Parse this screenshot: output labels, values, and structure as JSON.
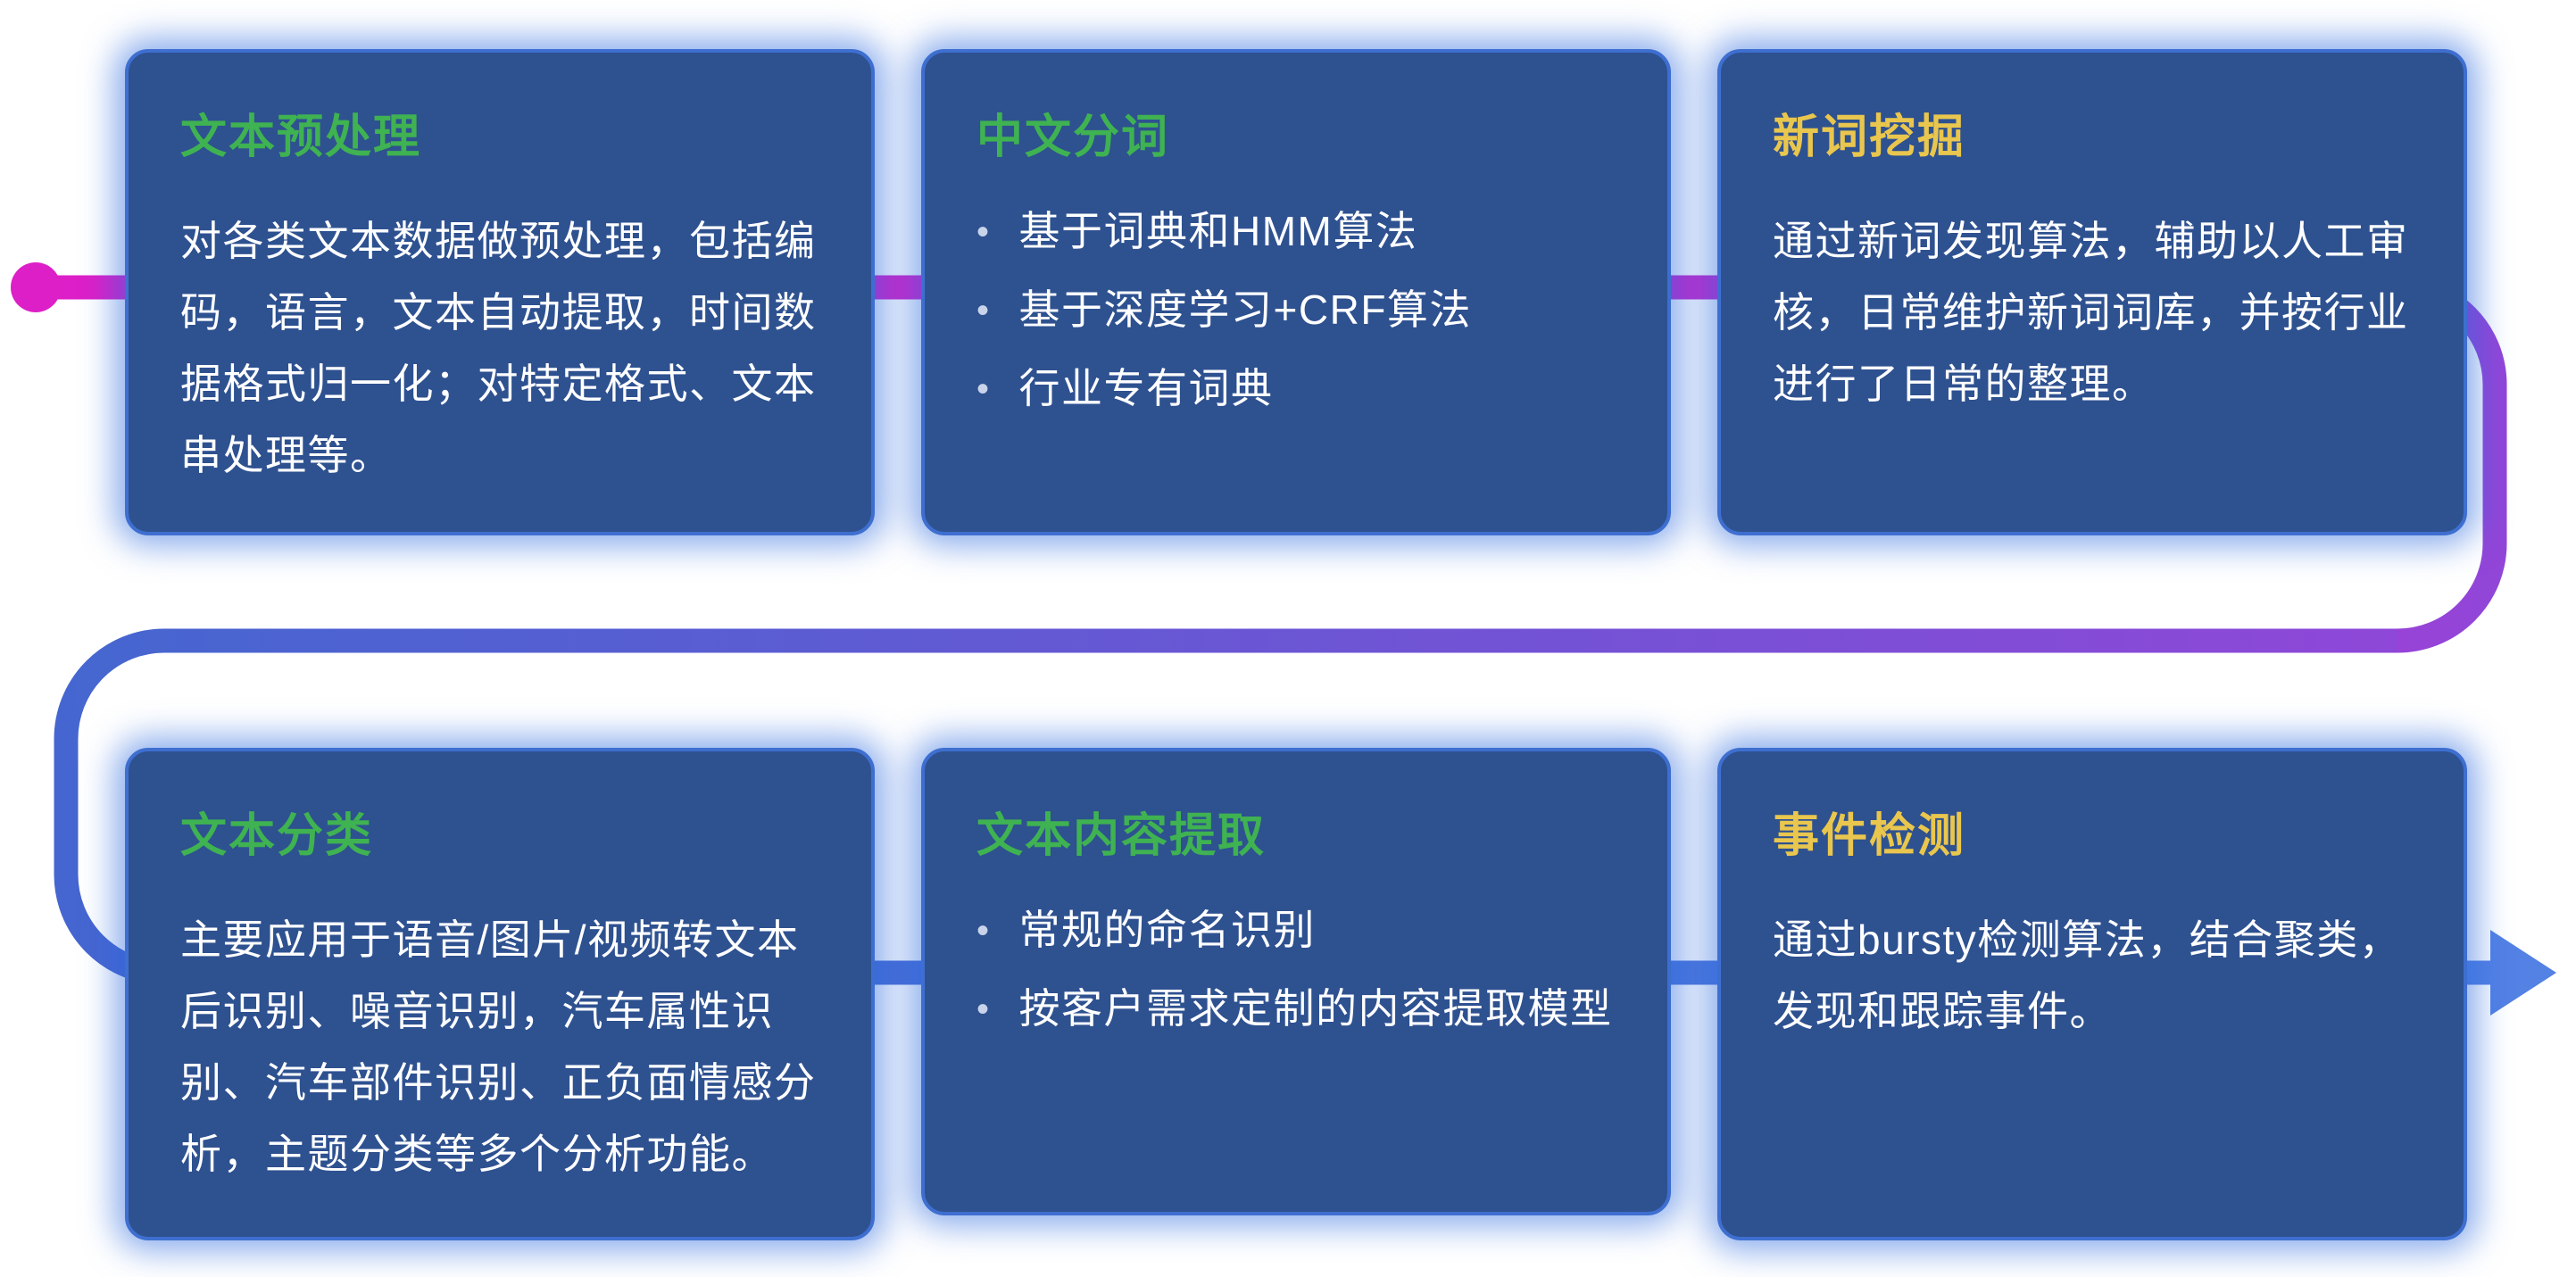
{
  "cards": [
    {
      "id": "text-preprocessing",
      "title": "文本预处理",
      "title_color": "green",
      "type": "paragraph",
      "body": "对各类文本数据做预处理，包括编码，语言，文本自动提取，时间数据格式归一化；对特定格式、文本串处理等。"
    },
    {
      "id": "chinese-word-segmentation",
      "title": "中文分词",
      "title_color": "green",
      "type": "bullets",
      "bullets": [
        "基于词典和HMM算法",
        "基于深度学习+CRF算法",
        "行业专有词典"
      ]
    },
    {
      "id": "new-word-mining",
      "title": "新词挖掘",
      "title_color": "yellow",
      "type": "paragraph",
      "body": "通过新词发现算法，辅助以人工审核，日常维护新词词库，并按行业进行了日常的整理。"
    },
    {
      "id": "text-classification",
      "title": "文本分类",
      "title_color": "green",
      "type": "paragraph",
      "body": "主要应用于语音/图片/视频转文本后识别、噪音识别，汽车属性识别、汽车部件识别、正负面情感分析，主题分类等多个分析功能。"
    },
    {
      "id": "text-content-extraction",
      "title": "文本内容提取",
      "title_color": "green",
      "type": "bullets",
      "bullets": [
        "常规的命名识别",
        "按客户需求定制的内容提取模型"
      ]
    },
    {
      "id": "event-detection",
      "title": "事件检测",
      "title_color": "yellow",
      "type": "paragraph",
      "body": "通过bursty检测算法，结合聚类，发现和跟踪事件。"
    }
  ],
  "colors": {
    "card_bg": "#2e5190",
    "card_border": "#3e6fd0",
    "card_glow": "rgba(43,106,222,0.55)",
    "body_text": "#ffffff",
    "title_green": "#3fb251",
    "title_yellow": "#e9c64d",
    "line_magenta": "#dd1fc8",
    "line_magenta2": "#cf27cc",
    "line_purple": "#9146d8",
    "line_blue": "#4566d0",
    "line_blue2": "#5381e4"
  }
}
